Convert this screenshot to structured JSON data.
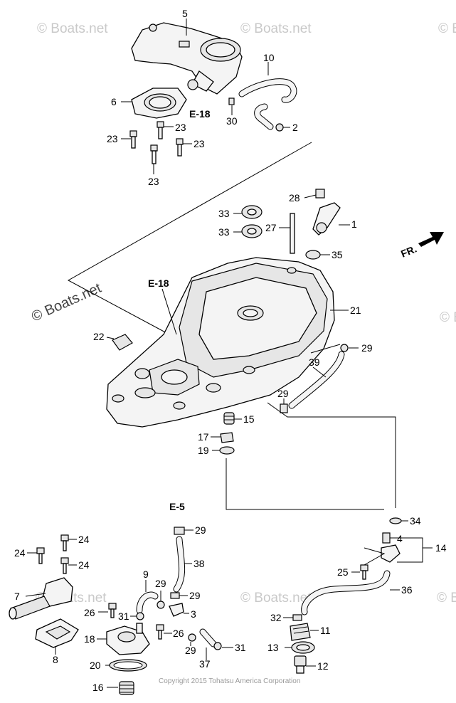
{
  "watermarks": [
    "© Boats.net",
    "© Boats.net",
    "© Boats.net",
    "© Boats.net",
    "© Boats.net",
    "© Boats.net",
    "© Boats.net",
    "© Boats.net",
    "© Boats.net",
    "© Boats.net"
  ],
  "front_marker": "FR.",
  "copyright": "Copyright 2015 Tohatsu America Corporation",
  "refs": [
    "E-18",
    "E-18",
    "E-5"
  ],
  "callouts": [
    "5",
    "10",
    "6",
    "30",
    "2",
    "23",
    "23",
    "23",
    "23",
    "28",
    "1",
    "33",
    "33",
    "27",
    "35",
    "21",
    "22",
    "29",
    "39",
    "29",
    "15",
    "17",
    "19",
    "34",
    "29",
    "24",
    "24",
    "24",
    "38",
    "7",
    "9",
    "29",
    "29",
    "3",
    "4",
    "14",
    "25",
    "36",
    "26",
    "31",
    "26",
    "18",
    "29",
    "37",
    "31",
    "32",
    "11",
    "13",
    "12",
    "20",
    "16",
    "8"
  ]
}
